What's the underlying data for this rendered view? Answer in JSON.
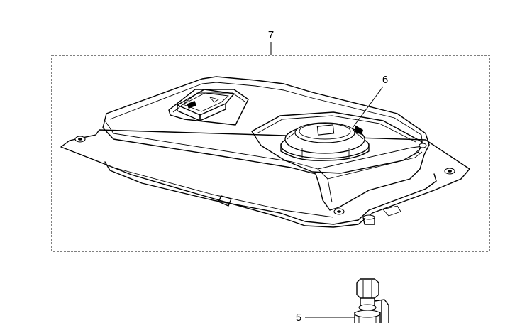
{
  "callouts": {
    "kit": "7",
    "cap": "6",
    "valve": "5"
  }
}
